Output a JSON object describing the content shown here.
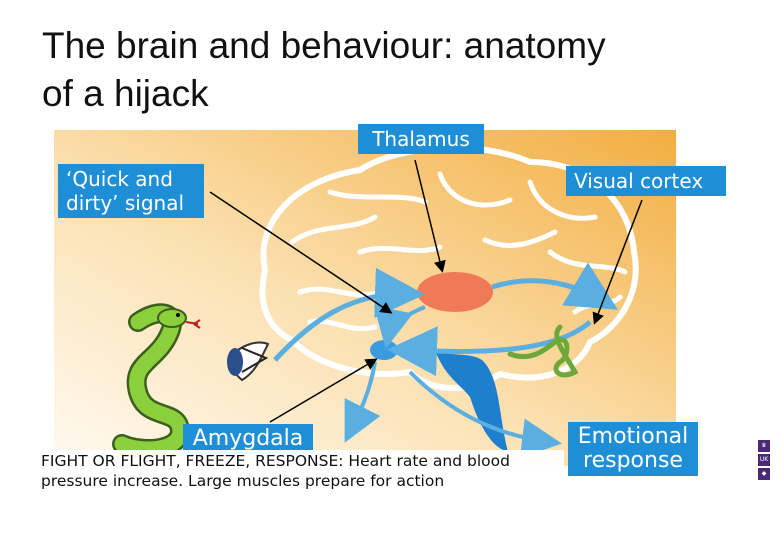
{
  "slide": {
    "title_line1": "The brain and behaviour: anatomy",
    "title_line2": "of a hijack"
  },
  "diagram": {
    "labels": {
      "thalamus": "Thalamus",
      "quick_dirty_line1": "‘Quick and",
      "quick_dirty_line2": "dirty’ signal",
      "visual_cortex": "Visual cortex",
      "amygdala": "Amygdala",
      "emotional_line1": "Emotional",
      "emotional_line2": "response"
    },
    "colors": {
      "label_bg": "#1e8fd6",
      "background_gradient_start": "#fdf2de",
      "background_gradient_end": "#f4b34a",
      "thalamus_fill": "#f07a55",
      "amygdala_fill": "#3a9be0",
      "arrow": "#5aaee0",
      "snake": "#7bbf3a"
    }
  },
  "caption": {
    "line1": "FIGHT OR FLIGHT, FREEZE, RESPONSE: Heart rate and blood",
    "line2": "pressure increase. Large muscles prepare for action"
  },
  "logo": {
    "mark": "UK"
  }
}
